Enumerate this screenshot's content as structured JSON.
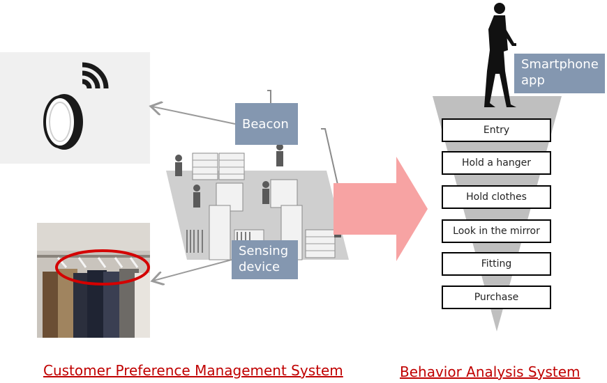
{
  "labels": {
    "beacon": "Beacon",
    "sensing_device": "Sensing device",
    "smartphone_app": "Smartphone app"
  },
  "funnel_steps": [
    "Entry",
    "Hold a hanger",
    "Hold clothes",
    "Look in the mirror",
    "Fitting",
    "Purchase"
  ],
  "captions": {
    "left": "Customer Preference Management System",
    "right": "Behavior Analysis System"
  },
  "colors": {
    "label_bg": "#8497b0",
    "caption_text": "#c00000",
    "big_arrow": "#f7a3a3",
    "funnel": "#bfbfbf",
    "highlight_ellipse": "#d40000"
  },
  "icons": {
    "beacon_panel": "beacon-signal-icon",
    "clothing_photo": "clothes-rack-photo",
    "store_floor": "store-floor-plan",
    "person": "walking-person-icon"
  }
}
